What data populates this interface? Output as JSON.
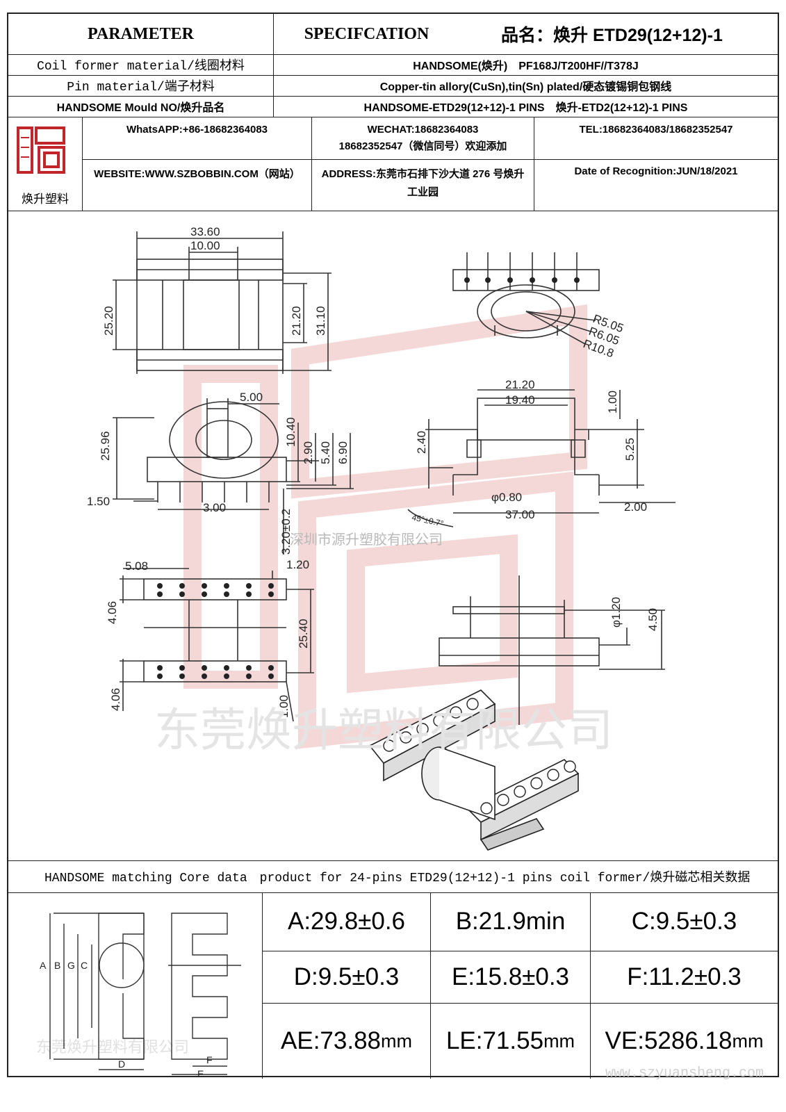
{
  "header": {
    "parameter_label": "PARAMETER",
    "specification_label": "SPECIFCATION",
    "product_name": "品名：焕升 ETD29(12+12)-1"
  },
  "rows": {
    "coil_former_label": "Coil former material/线圈材料",
    "coil_former_value": "HANDSOME(焕升)　PF168J/T200HF//T378J",
    "pin_material_label": "Pin material/端子材料",
    "pin_material_value": "Copper-tin allory(CuSn),tin(Sn) plated/硬态镀锡铜包钢线",
    "mould_label": "HANDSOME Mould NO/焕升品名",
    "mould_value": "HANDSOME-ETD29(12+12)-1 PINS　焕升-ETD2(12+12)-1 PINS"
  },
  "company": {
    "logo_caption": "焕升塑料",
    "whatsapp": "WhatsAPP:+86-18682364083",
    "wechat_line1": "WECHAT:18682364083",
    "wechat_line2": "18682352547（微信同号）欢迎添加",
    "tel": "TEL:18682364083/18682352547",
    "website": "WEBSITE:WWW.SZBOBBIN.COM（网站）",
    "address": "ADDRESS:东莞市石排下沙大道 276 号焕升工业园",
    "date": "Date of Recognition:JUN/18/2021"
  },
  "drawing": {
    "dims": {
      "a": "33.60",
      "b": "10.00",
      "f": "25.20",
      "e": "21.20",
      "g": "31.10",
      "h5": "5.00",
      "h2596": "25.96",
      "h1040": "10.40",
      "h290": "2.90",
      "h540": "5.40",
      "h690": "6.90",
      "n": "1.50",
      "o": "3.00",
      "v": "3.20±0.2",
      "r1": "R5.05",
      "r2": "R6.05",
      "r3": "R10.8",
      "p": "21.20",
      "q": "19.40",
      "h100": "1.00",
      "s240": "2.40",
      "r525": "5.25",
      "t": "φ0.80",
      "s": "37.00",
      "h200": "2.00",
      "ang": "45°±0.7°",
      "y": "5.08",
      "w": "1.20",
      "c406a": "4.06",
      "x": "25.40",
      "c406b": "4.06",
      "c100": "1.00",
      "d12": "φ1.20",
      "d45": "4.50"
    },
    "watermark_small": "深圳市源升塑胶有限公司",
    "watermark_large": "东莞焕升塑料有限公司"
  },
  "core": {
    "caption": "HANDSOME matching Core data　product for 24-pins ETD29(12+12)-1 pins coil former/焕升磁芯相关数据",
    "diagram_labels": [
      "A",
      "B",
      "G",
      "C",
      "D",
      "F",
      "E"
    ],
    "diagram_watermark": "东莞焕升塑料有限公司",
    "params": [
      {
        "label": "A:29.8±0.6",
        "unit": ""
      },
      {
        "label": "B:21.9min",
        "unit": ""
      },
      {
        "label": "C:9.5±0.3",
        "unit": ""
      },
      {
        "label": "D:9.5±0.3",
        "unit": ""
      },
      {
        "label": "E:15.8±0.3",
        "unit": ""
      },
      {
        "label": "F:11.2±0.3",
        "unit": ""
      },
      {
        "label": "AE:73.88",
        "unit": "mm"
      },
      {
        "label": "LE:71.55",
        "unit": "mm"
      },
      {
        "label": "VE:5286.18",
        "unit": "mm"
      }
    ],
    "url_watermark": "www.szyuansheng.com"
  },
  "colors": {
    "border": "#222222",
    "logo_red": "#c0262c",
    "watermark": "#e8b4b4"
  }
}
